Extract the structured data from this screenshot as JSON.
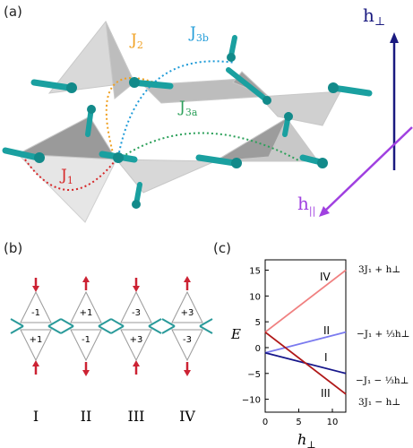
{
  "panels": {
    "a": {
      "label": "(a)"
    },
    "b": {
      "label": "(b)"
    },
    "c": {
      "label": "(c)"
    }
  },
  "panel_a": {
    "couplings": {
      "j1": "J",
      "j1_sub": "1",
      "j2": "J",
      "j2_sub": "2",
      "j3a": "J",
      "j3a_sub": "3a",
      "j3b": "J",
      "j3b_sub": "3b"
    },
    "fields": {
      "h_perp": "h",
      "h_perp_sub": "⊥",
      "h_par": "h",
      "h_par_sub": "||"
    },
    "colors": {
      "j1": "#d62728",
      "j2": "#f0a020",
      "j3a": "#2ca05a",
      "j3b": "#1f9bd8",
      "h_perp": "#1a1a80",
      "h_par": "#a040e0",
      "spin": "#1aa0a0"
    }
  },
  "panel_b": {
    "states": [
      {
        "roman": "I",
        "top": "-1",
        "bottom": "+1"
      },
      {
        "roman": "II",
        "top": "+1",
        "bottom": "-1"
      },
      {
        "roman": "III",
        "top": "-3",
        "bottom": "+3"
      },
      {
        "roman": "IV",
        "top": "+3",
        "bottom": "-3"
      }
    ]
  },
  "chart_data": {
    "type": "line",
    "xlabel": "h⊥",
    "ylabel": "E",
    "xlim": [
      0,
      12
    ],
    "ylim": [
      -12.5,
      17
    ],
    "xticks": [
      "0",
      "5",
      "10"
    ],
    "yticks": [
      "15",
      "10",
      "5",
      "0",
      "−5",
      "−10"
    ],
    "series": [
      {
        "name": "IV",
        "expr": "3J₁ + h⊥",
        "x": [
          0,
          12
        ],
        "y": [
          3,
          15
        ],
        "color": "#f08080"
      },
      {
        "name": "II",
        "expr": "−J₁ + ⅓h⊥",
        "x": [
          0,
          12
        ],
        "y": [
          -1,
          3
        ],
        "color": "#7b7bef"
      },
      {
        "name": "I",
        "expr": "−J₁ − ⅓h⊥",
        "x": [
          0,
          12
        ],
        "y": [
          -1,
          -5
        ],
        "color": "#16168a"
      },
      {
        "name": "III",
        "expr": "3J₁ − h⊥",
        "x": [
          0,
          12
        ],
        "y": [
          3,
          -9
        ],
        "color": "#b01818"
      }
    ],
    "legend_exprs": {
      "iv": "3J₁ + h⊥",
      "ii": "−J₁ + ⅓h⊥",
      "i": "−J₁ − ⅓h⊥",
      "iii": "3J₁ − h⊥"
    }
  }
}
